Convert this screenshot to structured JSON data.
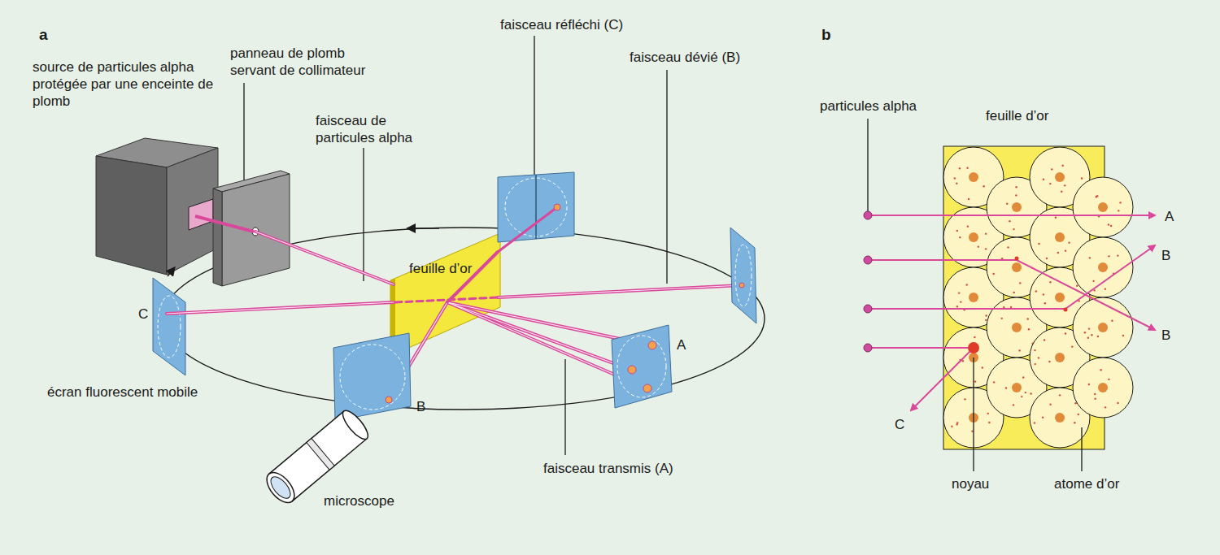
{
  "diagram": {
    "labels": [
      "a",
      "panneau de plomb servant de collimateur",
      "source de particules alpha protégée par une enceinte de plomb",
      "faisceau de particules alpha",
      "faisceau réfléchi (C)",
      "faisceau dévié (B)",
      "feuille d’or",
      "C",
      "écran fluorescent mobile",
      "B",
      "A",
      "faisceau transmis (A)",
      "microscope",
      "b",
      "particules alpha",
      "feuille d’or",
      "A",
      "B",
      "B",
      "C",
      "noyau",
      "atome d’or"
    ]
  }
}
